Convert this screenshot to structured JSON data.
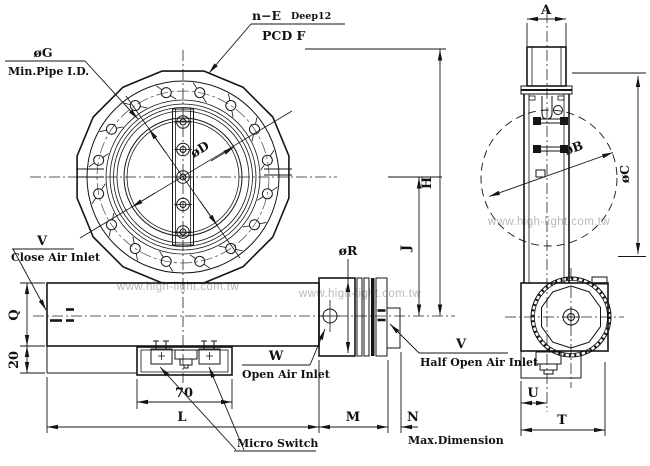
{
  "drawing": {
    "watermark": "www.high-light.com.tw",
    "notes": {
      "bolt_spec": "n−E",
      "bolt_depth": "Deep12",
      "pcd": "PCD F",
      "pipe_dia": "øG",
      "pipe_note": "Min.Pipe I.D.",
      "micro_switch": "Micro Switch",
      "max_dimension": "Max.Dimension"
    },
    "ports": {
      "close": {
        "code": "V",
        "label": "Close Air Inlet"
      },
      "open": {
        "code": "W",
        "label": "Open Air Inlet"
      },
      "half_open": {
        "code": "V",
        "label": "Half Open Air Inlet"
      }
    },
    "dims": {
      "A": "A",
      "H": "H",
      "J": "J",
      "L": "L",
      "M": "M",
      "N": "N",
      "Q": "Q",
      "T": "T",
      "U": "U",
      "d70": "70",
      "d20": "20",
      "oD": "øD",
      "oB": "øB",
      "oC": "øC",
      "oR": "øR"
    }
  }
}
